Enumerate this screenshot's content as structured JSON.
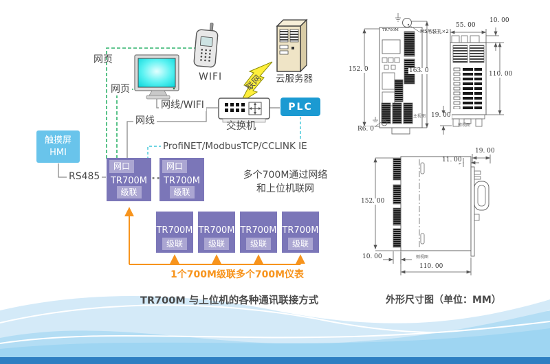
{
  "topology": {
    "web_label_top": "网页",
    "web_label_mid": "网页",
    "wifi_label": "WIFI",
    "cloud_server_label": "云服务器",
    "lightning_label": "联网",
    "lan_wifi_label": "网线/WIFI",
    "lan_label": "网线",
    "switch_label": "交换机",
    "plc_label": "PLC",
    "hmi_label_line1": "触摸屏",
    "hmi_label_line2": "HMI",
    "rs485_label": "RS485",
    "protocol_label": "ProfiNET/ModbusTCP/CCLINK IE",
    "ellipsis": "····",
    "note_line1": "多个700M通过网络",
    "note_line2": "和上位机联网",
    "cascade_note": "1个700M级联多个700M仪表",
    "caption": "TR700M 与上位机的各种通讯联接方式",
    "device": {
      "name": "TR700M",
      "port_badge": "网口",
      "cascade_badge": "级联"
    }
  },
  "drawings": {
    "caption": "外形尺寸图（单位：MM）",
    "front_view": {
      "title": "TR700M",
      "view_label": "主视图",
      "hole_note": "M5吊装孔×2",
      "height_body": "152. 0",
      "height_total": "163. 0",
      "corner_radius": "R6. 0"
    },
    "top_view": {
      "view_label": "俯视图",
      "width": "55. 00",
      "top_offset": "10. 00",
      "height": "110. 00",
      "connector_height": "19. 00"
    },
    "side_view": {
      "view_label": "侧视图",
      "clip_width": "19. 00",
      "rail_offset": "11. 00",
      "height": "152. 00",
      "terminal_depth": "10. 00",
      "depth": "110. 00"
    }
  },
  "colors": {
    "device_box": "#7B76B8",
    "device_badge": "#ABA6D2",
    "hmi_blue": "#69C4EB",
    "plc_blue": "#1B9AD2",
    "accent_orange": "#F7941D",
    "dashed_green": "#2FB36B",
    "dashed_cyan": "#3EC6D8",
    "wave_blue": "#2E7FC2"
  }
}
